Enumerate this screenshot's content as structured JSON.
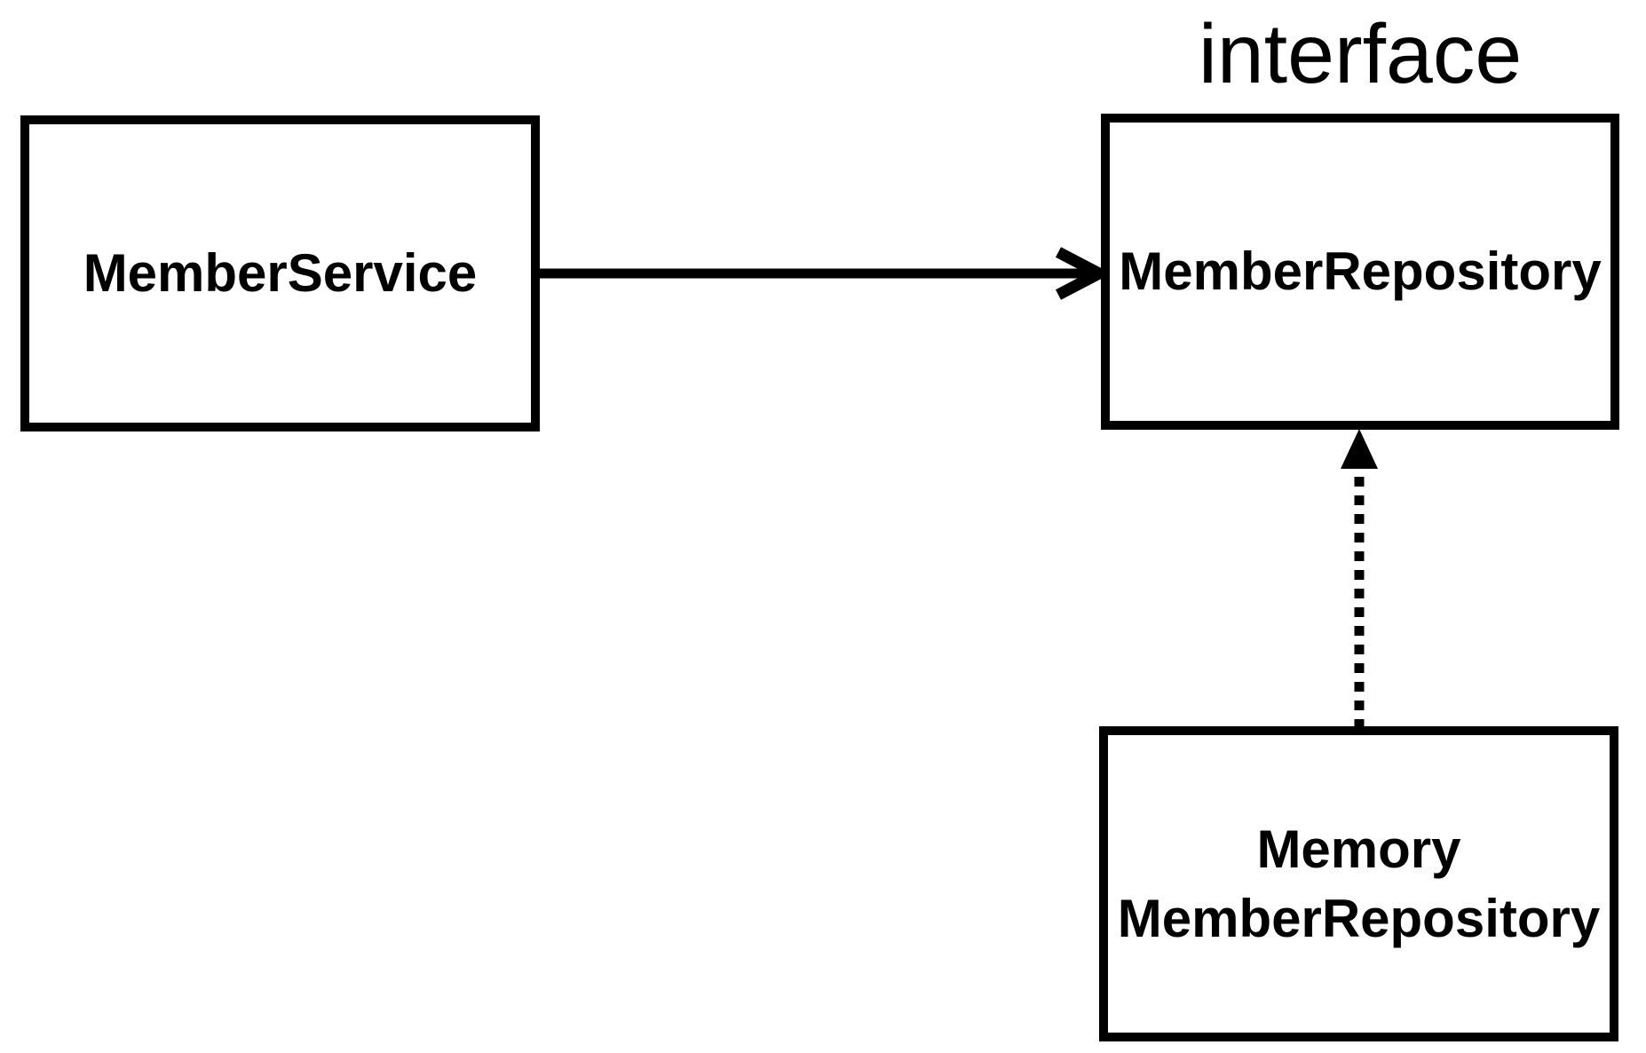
{
  "diagram": {
    "background_color": "#ffffff",
    "stroke_color": "#000000",
    "text_color": "#000000",
    "nodes": {
      "member_service": {
        "label": "MemberService"
      },
      "member_repository": {
        "label": "MemberRepository",
        "stereotype": "interface"
      },
      "memory_member_repository": {
        "label_line1": "Memory",
        "label_line2": "MemberRepository"
      }
    },
    "edges": [
      {
        "from": "MemberService",
        "to": "MemberRepository",
        "line_style": "solid",
        "arrowhead": "open-chevron",
        "direction": "right"
      },
      {
        "from": "MemoryMemberRepository",
        "to": "MemberRepository",
        "line_style": "dotted",
        "arrowhead": "filled-triangle",
        "direction": "up"
      }
    ]
  }
}
